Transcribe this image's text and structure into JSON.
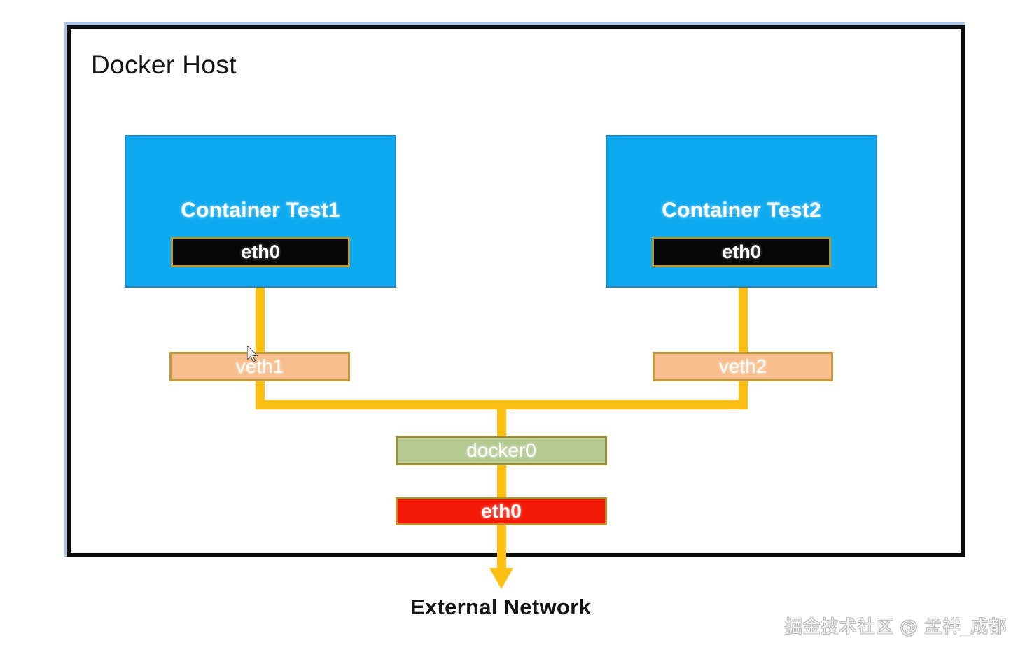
{
  "diagram": {
    "host": {
      "title": "Docker Host"
    },
    "containers": [
      {
        "name": "Container Test1",
        "interface": "eth0",
        "veth": "veth1"
      },
      {
        "name": "Container Test2",
        "interface": "eth0",
        "veth": "veth2"
      }
    ],
    "bridge": {
      "label": "docker0"
    },
    "host_interface": {
      "label": "eth0"
    },
    "external": {
      "label": "External Network"
    },
    "watermark": "掘金技术社区 @ 孟祥_成都",
    "colors": {
      "container_fill": "#0eaaf0",
      "container_border": "#2b82c0",
      "eth_black_fill": "#070707",
      "eth_black_border": "#b59732",
      "veth_fill": "#f7bd8c",
      "veth_border": "#c39a3e",
      "bridge_fill": "#b3c990",
      "bridge_border": "#a08d3c",
      "eth_red_fill": "#f21a07",
      "eth_red_border": "#bd8e2a",
      "wire": "#fcc015",
      "host_frame": "#0d0d0d",
      "outer_frame": "#a8c4e8"
    }
  }
}
